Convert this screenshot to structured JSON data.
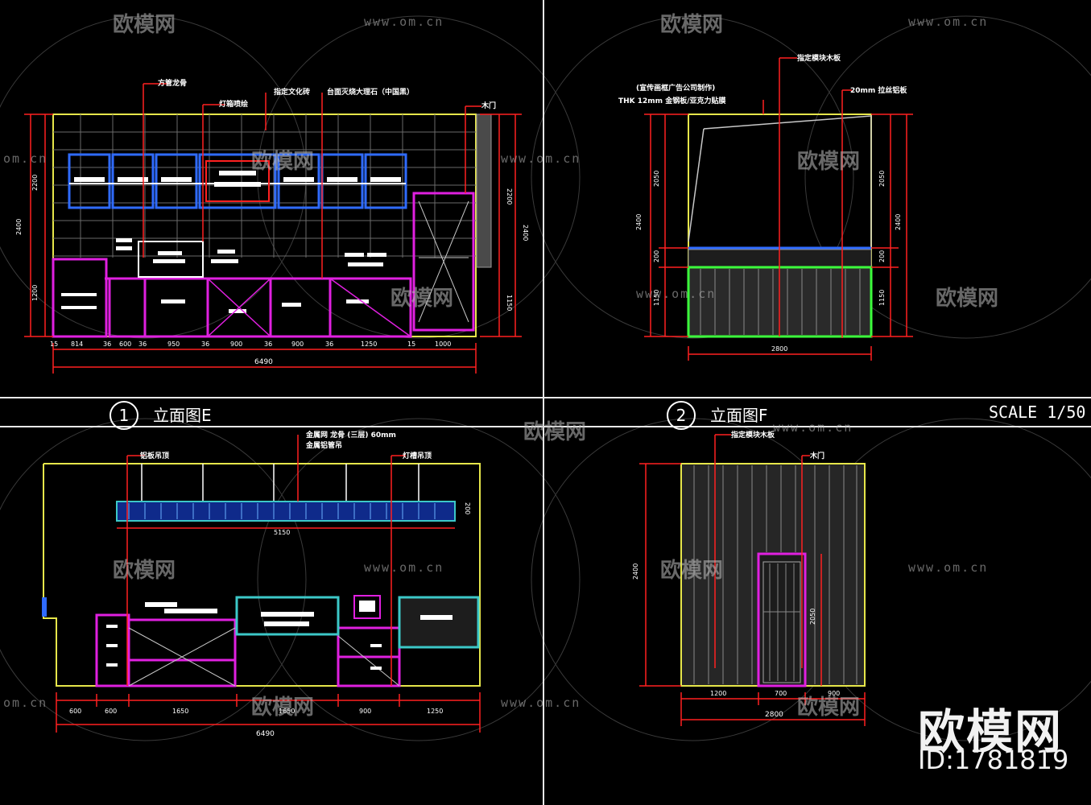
{
  "watermark": {
    "brand": "欧模网",
    "id_text": "ID:1781819",
    "url": "www.om.cn",
    "url_partial": "om.cn"
  },
  "scale": "SCALE 1/50",
  "views": {
    "e": {
      "number": "1",
      "title": "立面图E",
      "callouts": [
        "方管龙骨",
        "灯箱喷绘",
        "指定文化砖",
        "台面灭烧大理石（中国黑）",
        "木门"
      ],
      "dims_bottom": [
        "15",
        "814",
        "36",
        "600",
        "36",
        "950",
        "36",
        "900",
        "36",
        "900",
        "36",
        "1250",
        "15",
        "1000"
      ],
      "total": "6490",
      "dims_left": [
        "2400",
        "2200",
        "1200"
      ],
      "dims_right": [
        "2200",
        "2400",
        "1150"
      ]
    },
    "f": {
      "number": "2",
      "title": "立面图F",
      "callouts": [
        "指定模块木板",
        "(宣传画框广告公司制作)",
        "THK 12mm 金钢板/亚克力贴膜",
        "20mm 拉丝铝板"
      ],
      "dims_left": [
        "2400",
        "2050",
        "200",
        "1150"
      ],
      "dims_right": [
        "2050",
        "2400",
        "200",
        "1150"
      ],
      "width": "2800"
    },
    "g": {
      "callouts": [
        "铝板吊顶",
        "金属网 龙骨 (三层) 60mm",
        "金属铝管吊",
        "灯槽吊顶"
      ],
      "band_width": "5150",
      "band_height": "200",
      "dims_bottom": [
        "600",
        "600",
        "1650",
        "1650",
        "900",
        "1250"
      ],
      "total": "6490"
    },
    "h": {
      "callouts": [
        "指定模块木板",
        "木门"
      ],
      "height": "2400",
      "door_height": "2050",
      "dims_bottom": [
        "1200",
        "700",
        "900"
      ],
      "total": "2800"
    }
  }
}
